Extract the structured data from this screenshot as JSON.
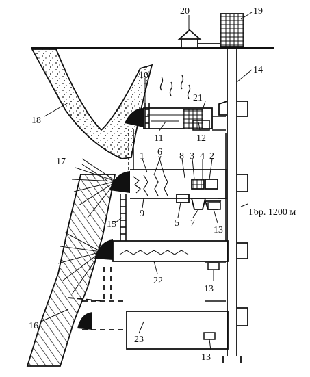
{
  "diagram": {
    "labels": {
      "l1": "1",
      "l2": "2",
      "l3": "3",
      "l4": "4",
      "l5": "5",
      "l6": "6",
      "l7": "7",
      "l8": "8",
      "l9": "9",
      "l10": "10",
      "l11": "11",
      "l12": "12",
      "l13a": "13",
      "l13b": "13",
      "l13c": "13",
      "l14": "14",
      "l15": "15",
      "l16": "16",
      "l17": "17",
      "l18": "18",
      "l19": "19",
      "l20": "20",
      "l21": "21",
      "l22": "22",
      "l23": "23"
    },
    "level_label": "Гор. 1200 м"
  }
}
